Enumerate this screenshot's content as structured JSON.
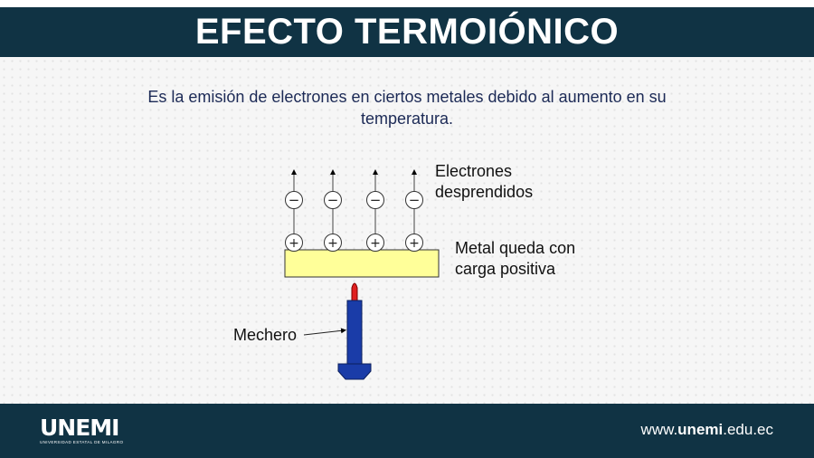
{
  "header": {
    "title": "EFECTO TERMOIÓNICO"
  },
  "description": "Es la emisión de electrones en ciertos metales debido al aumento en su temperatura.",
  "diagram": {
    "electron_symbol": "−",
    "positive_symbol": "+",
    "electron_count": 4,
    "labels": {
      "electrons": [
        "Electrones",
        "desprendidos"
      ],
      "metal": [
        "Metal queda con",
        "carga positiva"
      ],
      "burner": "Mechero"
    },
    "colors": {
      "metal_fill": "#ffff99",
      "burner_body": "#1a3ca8",
      "flame": "#e02020"
    }
  },
  "footer": {
    "logo_name": "UNEMI",
    "logo_subtitle": "UNIVERSIDAD ESTATAL DE MILAGRO",
    "website_prefix": "www.",
    "website_brand": "unemi",
    "website_suffix": ".edu.ec"
  },
  "colors": {
    "header_bg": "#103344",
    "text_dark": "#1c2a56"
  }
}
